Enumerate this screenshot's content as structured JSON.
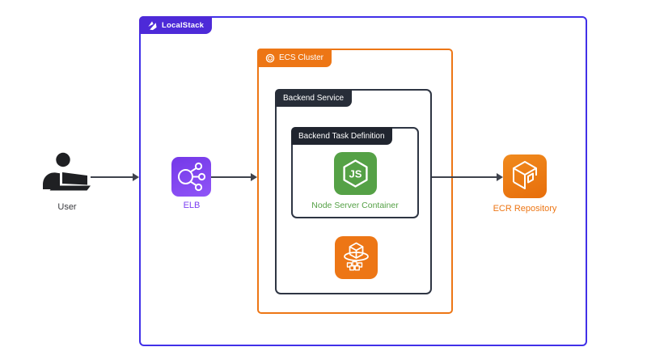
{
  "boxes": {
    "localstack": {
      "label": "LocalStack"
    },
    "ecs_cluster": {
      "label": "ECS Cluster"
    },
    "backend_service": {
      "label": "Backend Service"
    },
    "task_definition": {
      "label": "Backend Task Definition"
    }
  },
  "nodes": {
    "user": {
      "label": "User"
    },
    "elb": {
      "label": "ELB"
    },
    "node_container": {
      "label": "Node Server Container",
      "icon_letters": "JS"
    },
    "ecr": {
      "label": "ECR Repository"
    }
  },
  "edges": [
    {
      "from": "User",
      "to": "LocalStack / ELB"
    },
    {
      "from": "ELB",
      "to": "ECS Cluster"
    },
    {
      "from": "Backend Service",
      "to": "ECR Repository"
    }
  ],
  "colors": {
    "localstack_tab_purple": "#4D2AD8",
    "localstack_border_purple": "#4130E8",
    "aws_orange": "#ED7615",
    "dark_tab": "#272D38",
    "node_green": "#55A146",
    "elb_purple": "#7C3FF2",
    "arrow_gray": "#3F434D",
    "user_silhouette": "#1F2023",
    "background": "#FFFFFF"
  }
}
